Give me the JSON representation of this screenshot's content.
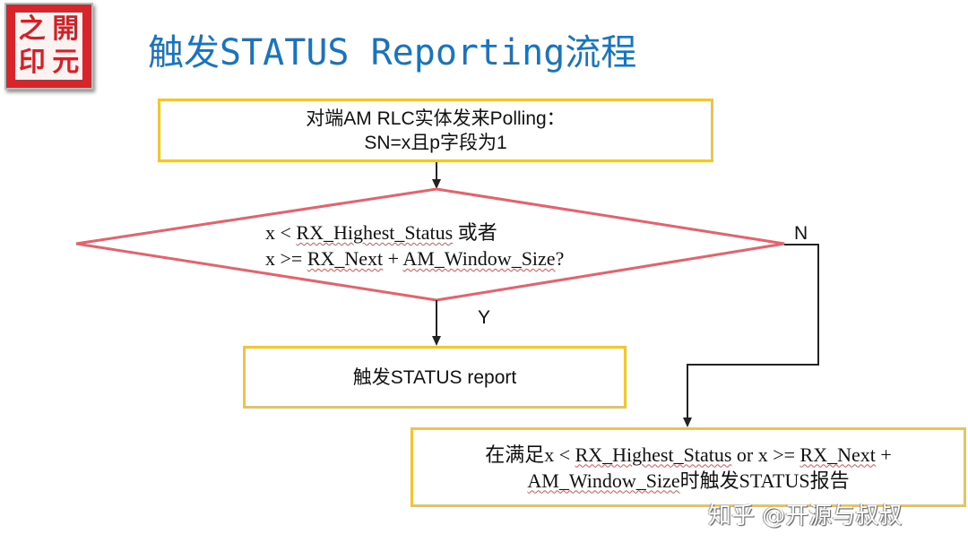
{
  "logo": {
    "chars": [
      "之",
      "開",
      "印",
      "元"
    ],
    "color": "#d31f25"
  },
  "title": "触发STATUS Reporting流程",
  "colors": {
    "title": "#1774c3",
    "process_border": "#f2c43a",
    "decision_border": "#e8606a",
    "arrow": "#222222"
  },
  "flow": {
    "start": {
      "line1": "对端AM RLC实体发来Polling：",
      "line2": "SN=x且p字段为1"
    },
    "decision": {
      "line1_prefix": "x < ",
      "line1_var": "RX_Highest_Status",
      "line1_suffix": " 或者",
      "line2_prefix": " x >= ",
      "line2_var1": "RX_Next",
      "line2_mid": " + ",
      "line2_var2": "AM_Window_Size",
      "line2_suffix": "?"
    },
    "yes_label": "Y",
    "no_label": "N",
    "yes_box": {
      "text": "触发STATUS report"
    },
    "no_box": {
      "line1_prefix": "在满足x < ",
      "line1_var1": "RX_Highest_Status",
      "line1_mid": " or x >= ",
      "line1_var2": "RX_Next",
      "line1_suffix": " +",
      "line2_var": "AM_Window_Size",
      "line2_suffix": "时触发STATUS报告"
    }
  },
  "watermark": "知乎 @开源与叔叔"
}
